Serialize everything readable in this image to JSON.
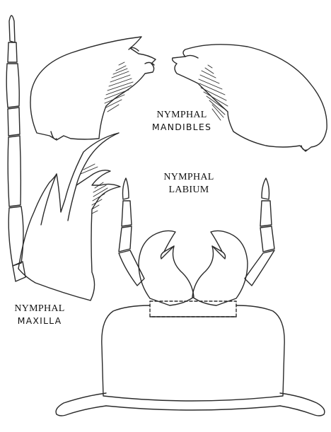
{
  "labels": {
    "mandibles_line1": "NYMPHAL",
    "mandibles_line2": "MANDIBLES",
    "labium_line1": "NYMPHAL",
    "labium_line2": "LABIUM",
    "maxilla_line1": "NYMPHAL",
    "maxilla_line2": "MAXILLA"
  },
  "style": {
    "ink": "#2a2a2a",
    "paper": "#ffffff"
  }
}
